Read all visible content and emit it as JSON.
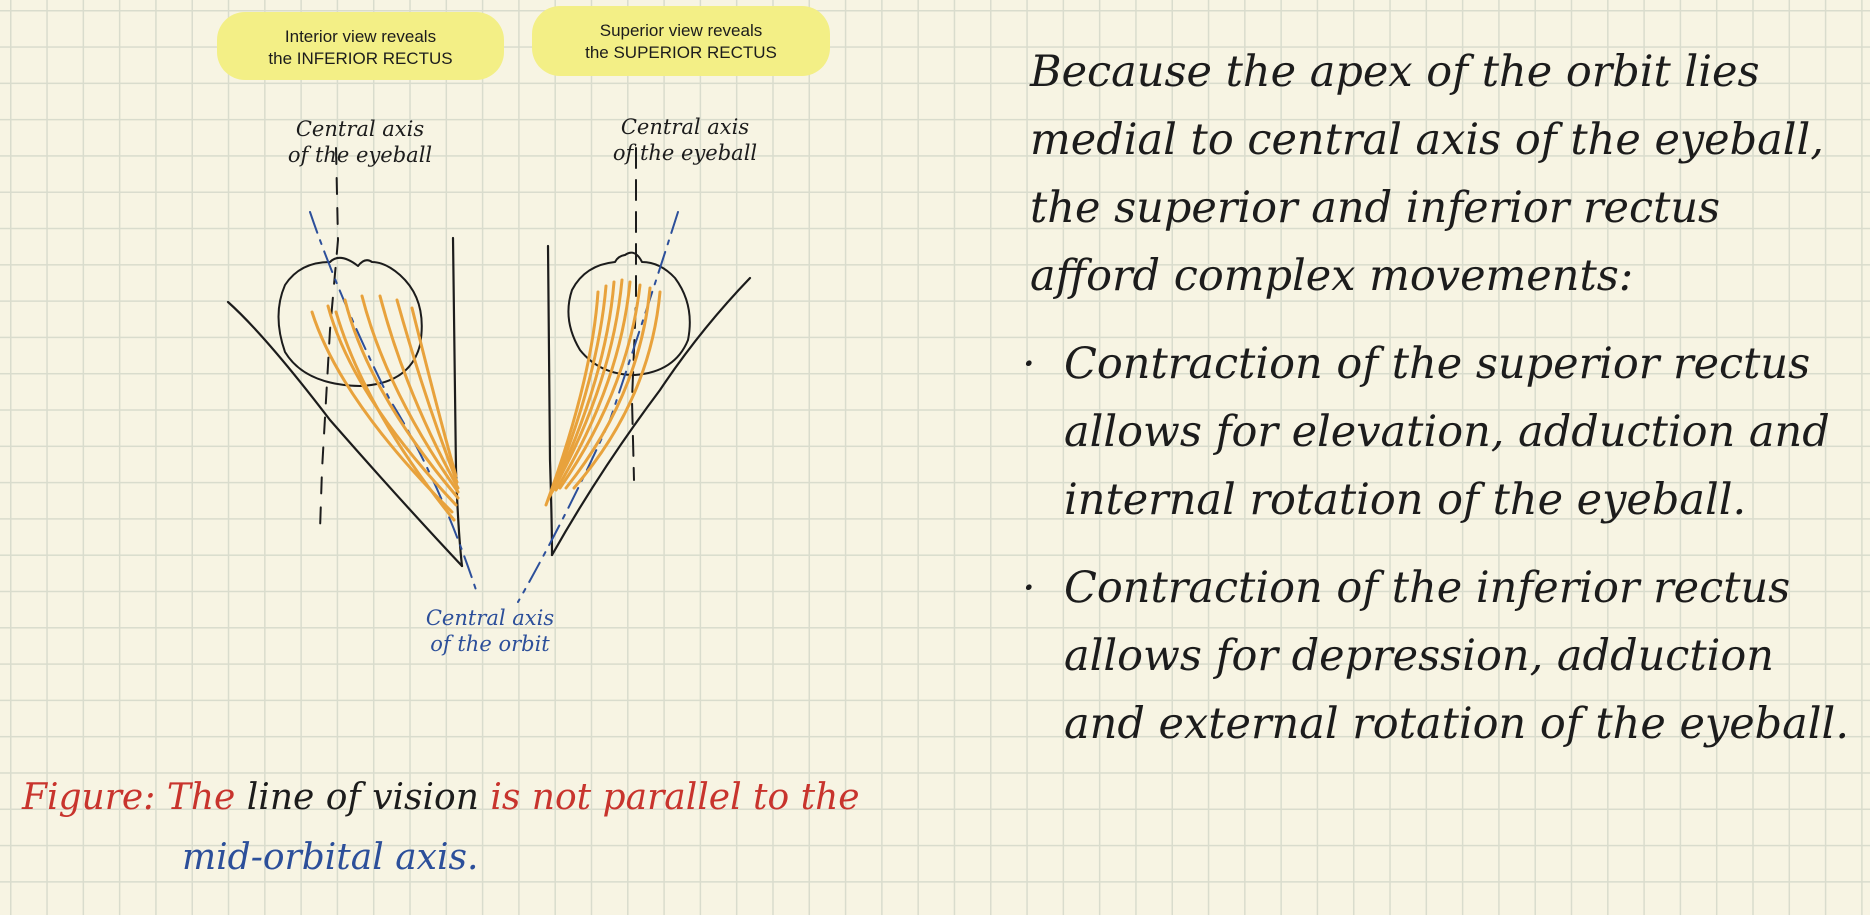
{
  "figure": {
    "left_note": [
      "Interior view reveals",
      "the INFERIOR RECTUS"
    ],
    "right_note": [
      "Superior view reveals",
      "the SUPERIOR RECTUS"
    ],
    "left_axis_label": [
      "Central axis",
      "of the eyeball"
    ],
    "right_axis_label": [
      "Central axis",
      "of the eyeball"
    ],
    "orbit_axis_label": [
      "Central axis",
      "of the orbit"
    ]
  },
  "notes": {
    "intro": "Because the apex of the orbit lies medial to central axis of the eyeball, the superior and inferior rectus afford complex movements:",
    "bullets": [
      "Contraction of the superior rectus allows for elevation, adduction and internal rotation of the eyeball.",
      "Contraction of the inferior rectus allows for depression, adduction and external rotation of the eyeball."
    ],
    "bullet_mark": "·"
  },
  "caption": {
    "label": "Figure:",
    "part1": "The",
    "part2": "line of vision",
    "part3": "is not parallel to the",
    "part4": "mid-orbital axis."
  },
  "colors": {
    "paper": "#f7f4e3",
    "grid": "#d9dccd",
    "highlight": "#f3ef86",
    "muscle": "#e8a23c",
    "axis_blue": "#2c4f9a",
    "caption_red": "#c8342d",
    "ink": "#1c1c1c"
  }
}
